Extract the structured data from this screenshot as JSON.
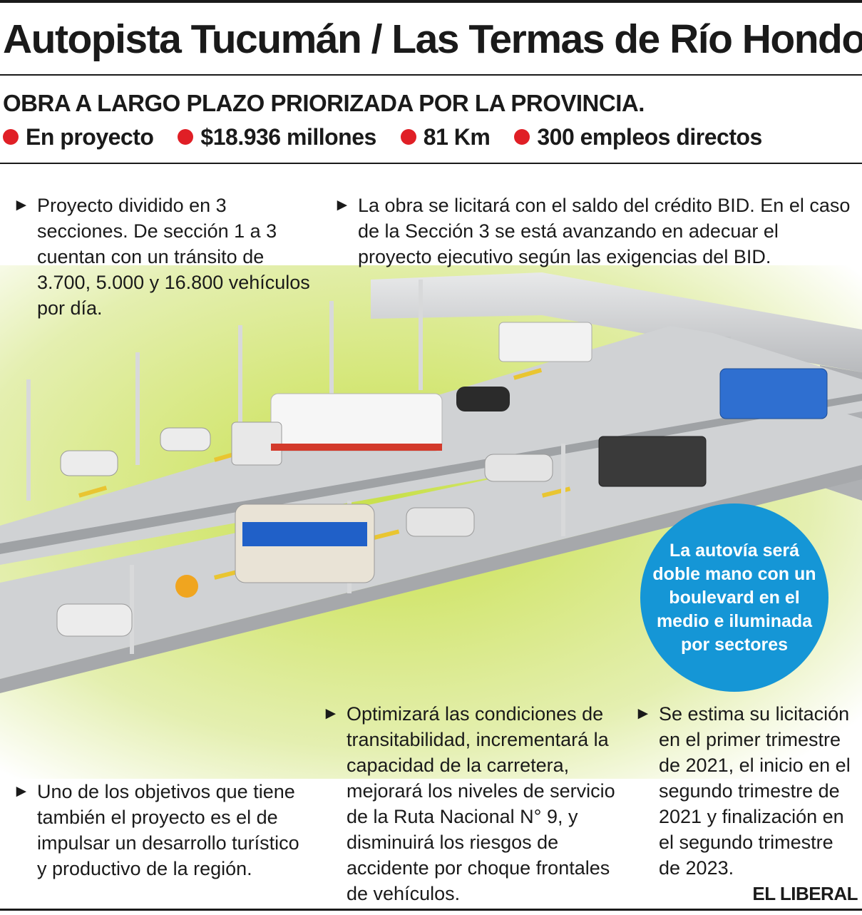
{
  "header": {
    "title": "Autopista Tucumán / Las Termas de Río Hondo",
    "subtitle": "OBRA A LARGO PLAZO PRIORIZADA POR LA PROVINCIA."
  },
  "facts": [
    {
      "label": "En proyecto"
    },
    {
      "label": "$18.936 millones"
    },
    {
      "label": "81 Km"
    },
    {
      "label": "300 empleos directos"
    }
  ],
  "notes": {
    "sections": "Proyecto dividido en 3 secciones. De sección 1 a 3 cuentan con un tránsito de 3.700, 5.000 y 16.800 vehículos por día.",
    "bid": "La obra se licitará con el saldo del crédito BID. En el caso de la Sección 3 se está avanzando en adecuar el proyecto ejecutivo según las exigencias del BID.",
    "objectives": "Uno de los objetivos que tiene también el proyecto es el de impulsar un desarrollo turístico y productivo de la región.",
    "improvements": "Optimizará las condiciones de transitabilidad, incrementará la capacidad de la carretera, mejorará los niveles de servicio de la Ruta Nacional N° 9, y disminuirá los riesgos de accidente por choque frontales de vehículos.",
    "schedule": "Se estima su licitación en el primer trimestre de 2021, el inicio en el segundo trimestre de 2021 y finalización en el segundo trimestre de 2023."
  },
  "callout": "La autovía será doble mano con un boulevard en el medio e iluminada por sectores",
  "brand": "EL LIBERAL",
  "colors": {
    "bullet": "#e01f26",
    "callout": "#1596d6",
    "grass": "#c8e04a",
    "road": "#cfd1d3"
  }
}
